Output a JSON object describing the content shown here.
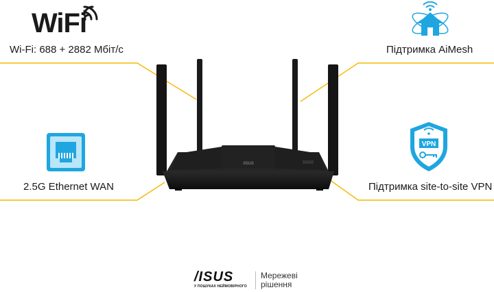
{
  "logo": {
    "wifi_text": "WiFi"
  },
  "features": {
    "wifi_speed": "Wi-Fi: 688 + 2882 Мбіт/с",
    "aimesh": "Підтримка AiMesh",
    "ethernet": "2.5G Ethernet WAN",
    "vpn": "Підтримка site-to-site VPN"
  },
  "brand": {
    "name": "/ISUS",
    "slogan": "У ПОШУКАХ НЕЙМОВІРНОГО",
    "tagline_line1": "Мережеві",
    "tagline_line2": "рішення"
  },
  "product_labels": {
    "front_logo": "/ISUS"
  },
  "colors": {
    "accent_line": "#f5b800",
    "icon_blue": "#1fa6e0",
    "icon_dark_blue": "#0b6fb8",
    "router_body": "#1c1c1c"
  },
  "icons": {
    "wifi": "wifi-signal-icon",
    "aimesh": "aimesh-home-icon",
    "ethernet": "ethernet-port-icon",
    "vpn": "vpn-shield-icon"
  }
}
